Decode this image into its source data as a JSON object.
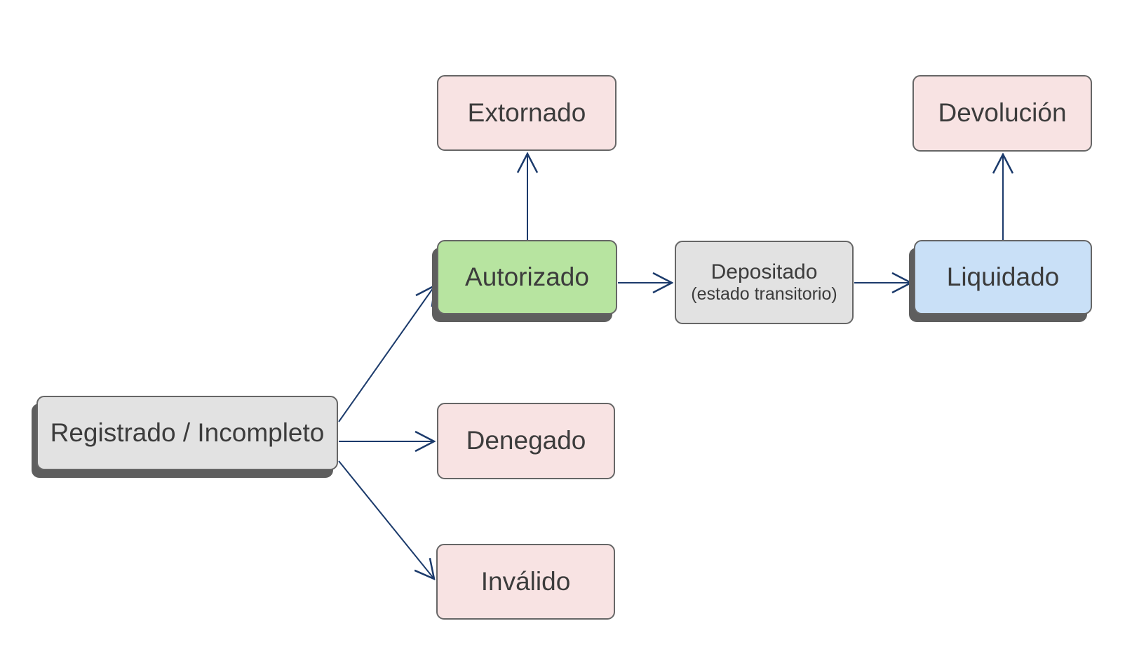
{
  "diagram": {
    "nodes": {
      "registrado": {
        "label": "Registrado / Incompleto",
        "kind": "initial-state"
      },
      "autorizado": {
        "label": "Autorizado",
        "kind": "success-state"
      },
      "extornado": {
        "label": "Extornado",
        "kind": "terminal-state"
      },
      "denegado": {
        "label": "Denegado",
        "kind": "terminal-state"
      },
      "invalido": {
        "label": "Inválido",
        "kind": "terminal-state"
      },
      "depositado": {
        "label": "Depositado",
        "sublabel": "(estado transitorio)",
        "kind": "transitory-state"
      },
      "liquidado": {
        "label": "Liquidado",
        "kind": "success-state"
      },
      "devolucion": {
        "label": "Devolución",
        "kind": "terminal-state"
      }
    },
    "edges": [
      {
        "from": "registrado",
        "to": "autorizado"
      },
      {
        "from": "registrado",
        "to": "denegado"
      },
      {
        "from": "registrado",
        "to": "invalido"
      },
      {
        "from": "autorizado",
        "to": "extornado"
      },
      {
        "from": "autorizado",
        "to": "depositado"
      },
      {
        "from": "depositado",
        "to": "liquidado"
      },
      {
        "from": "liquidado",
        "to": "devolucion"
      }
    ],
    "colors": {
      "node-pink": "#f8e3e3",
      "node-green": "#b7e4a0",
      "node-blue": "#c9e0f7",
      "node-gray": "#e2e2e2",
      "node-border": "#666666",
      "arrow": "#1b3a6b",
      "shadow": "#5e5e5e",
      "text": "#3c3c3c",
      "background": "#ffffff"
    }
  }
}
